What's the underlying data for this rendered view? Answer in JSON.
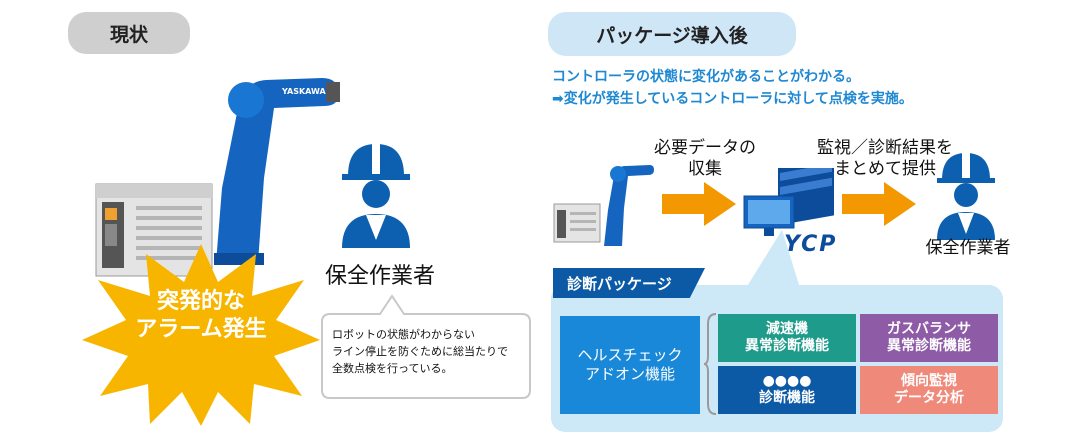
{
  "left": {
    "title": "現状",
    "burst_line1": "突発的な",
    "burst_line2": "アラーム発生",
    "worker_label": "保全作業者",
    "bubble_line1": "ロボットの状態がわからない",
    "bubble_line2": "ライン停止を防ぐために総当たりで",
    "bubble_line3": "全数点検を行っている。",
    "robot_brand": "YASKAWA"
  },
  "right": {
    "title": "パッケージ導入後",
    "subtitle_line1": "コントローラの状態に変化があることがわかる。",
    "subtitle_line2": "➡変化が発生しているコントローラに対して点検を実施。",
    "step1_line1": "必要データの",
    "step1_line2": "収集",
    "step2_line1": "監視／診断結果を",
    "step2_line2": "まとめて提供",
    "worker_label": "保全作業者",
    "logo": "YCP"
  },
  "package": {
    "tab_label": "診断パッケージ",
    "addon_line1": "ヘルスチェック",
    "addon_line2": "アドオン機能",
    "boxes": [
      {
        "line1": "減速機",
        "line2": "異常診断機能",
        "color": "#1e9b8a"
      },
      {
        "line1": "ガスバランサ",
        "line2": "異常診断機能",
        "color": "#8e5ba6"
      },
      {
        "line1": "●●●●",
        "line2": "診断機能",
        "color": "#0c5aa6"
      },
      {
        "line1": "傾向監視",
        "line2": "データ分析",
        "color": "#ef8a7a"
      }
    ]
  },
  "colors": {
    "robot_blue": "#1565c0",
    "worker_blue": "#0d5fb0",
    "arrow_orange": "#f39800",
    "burst_yellow": "#f8b500",
    "addon_blue": "#1a88d8"
  }
}
